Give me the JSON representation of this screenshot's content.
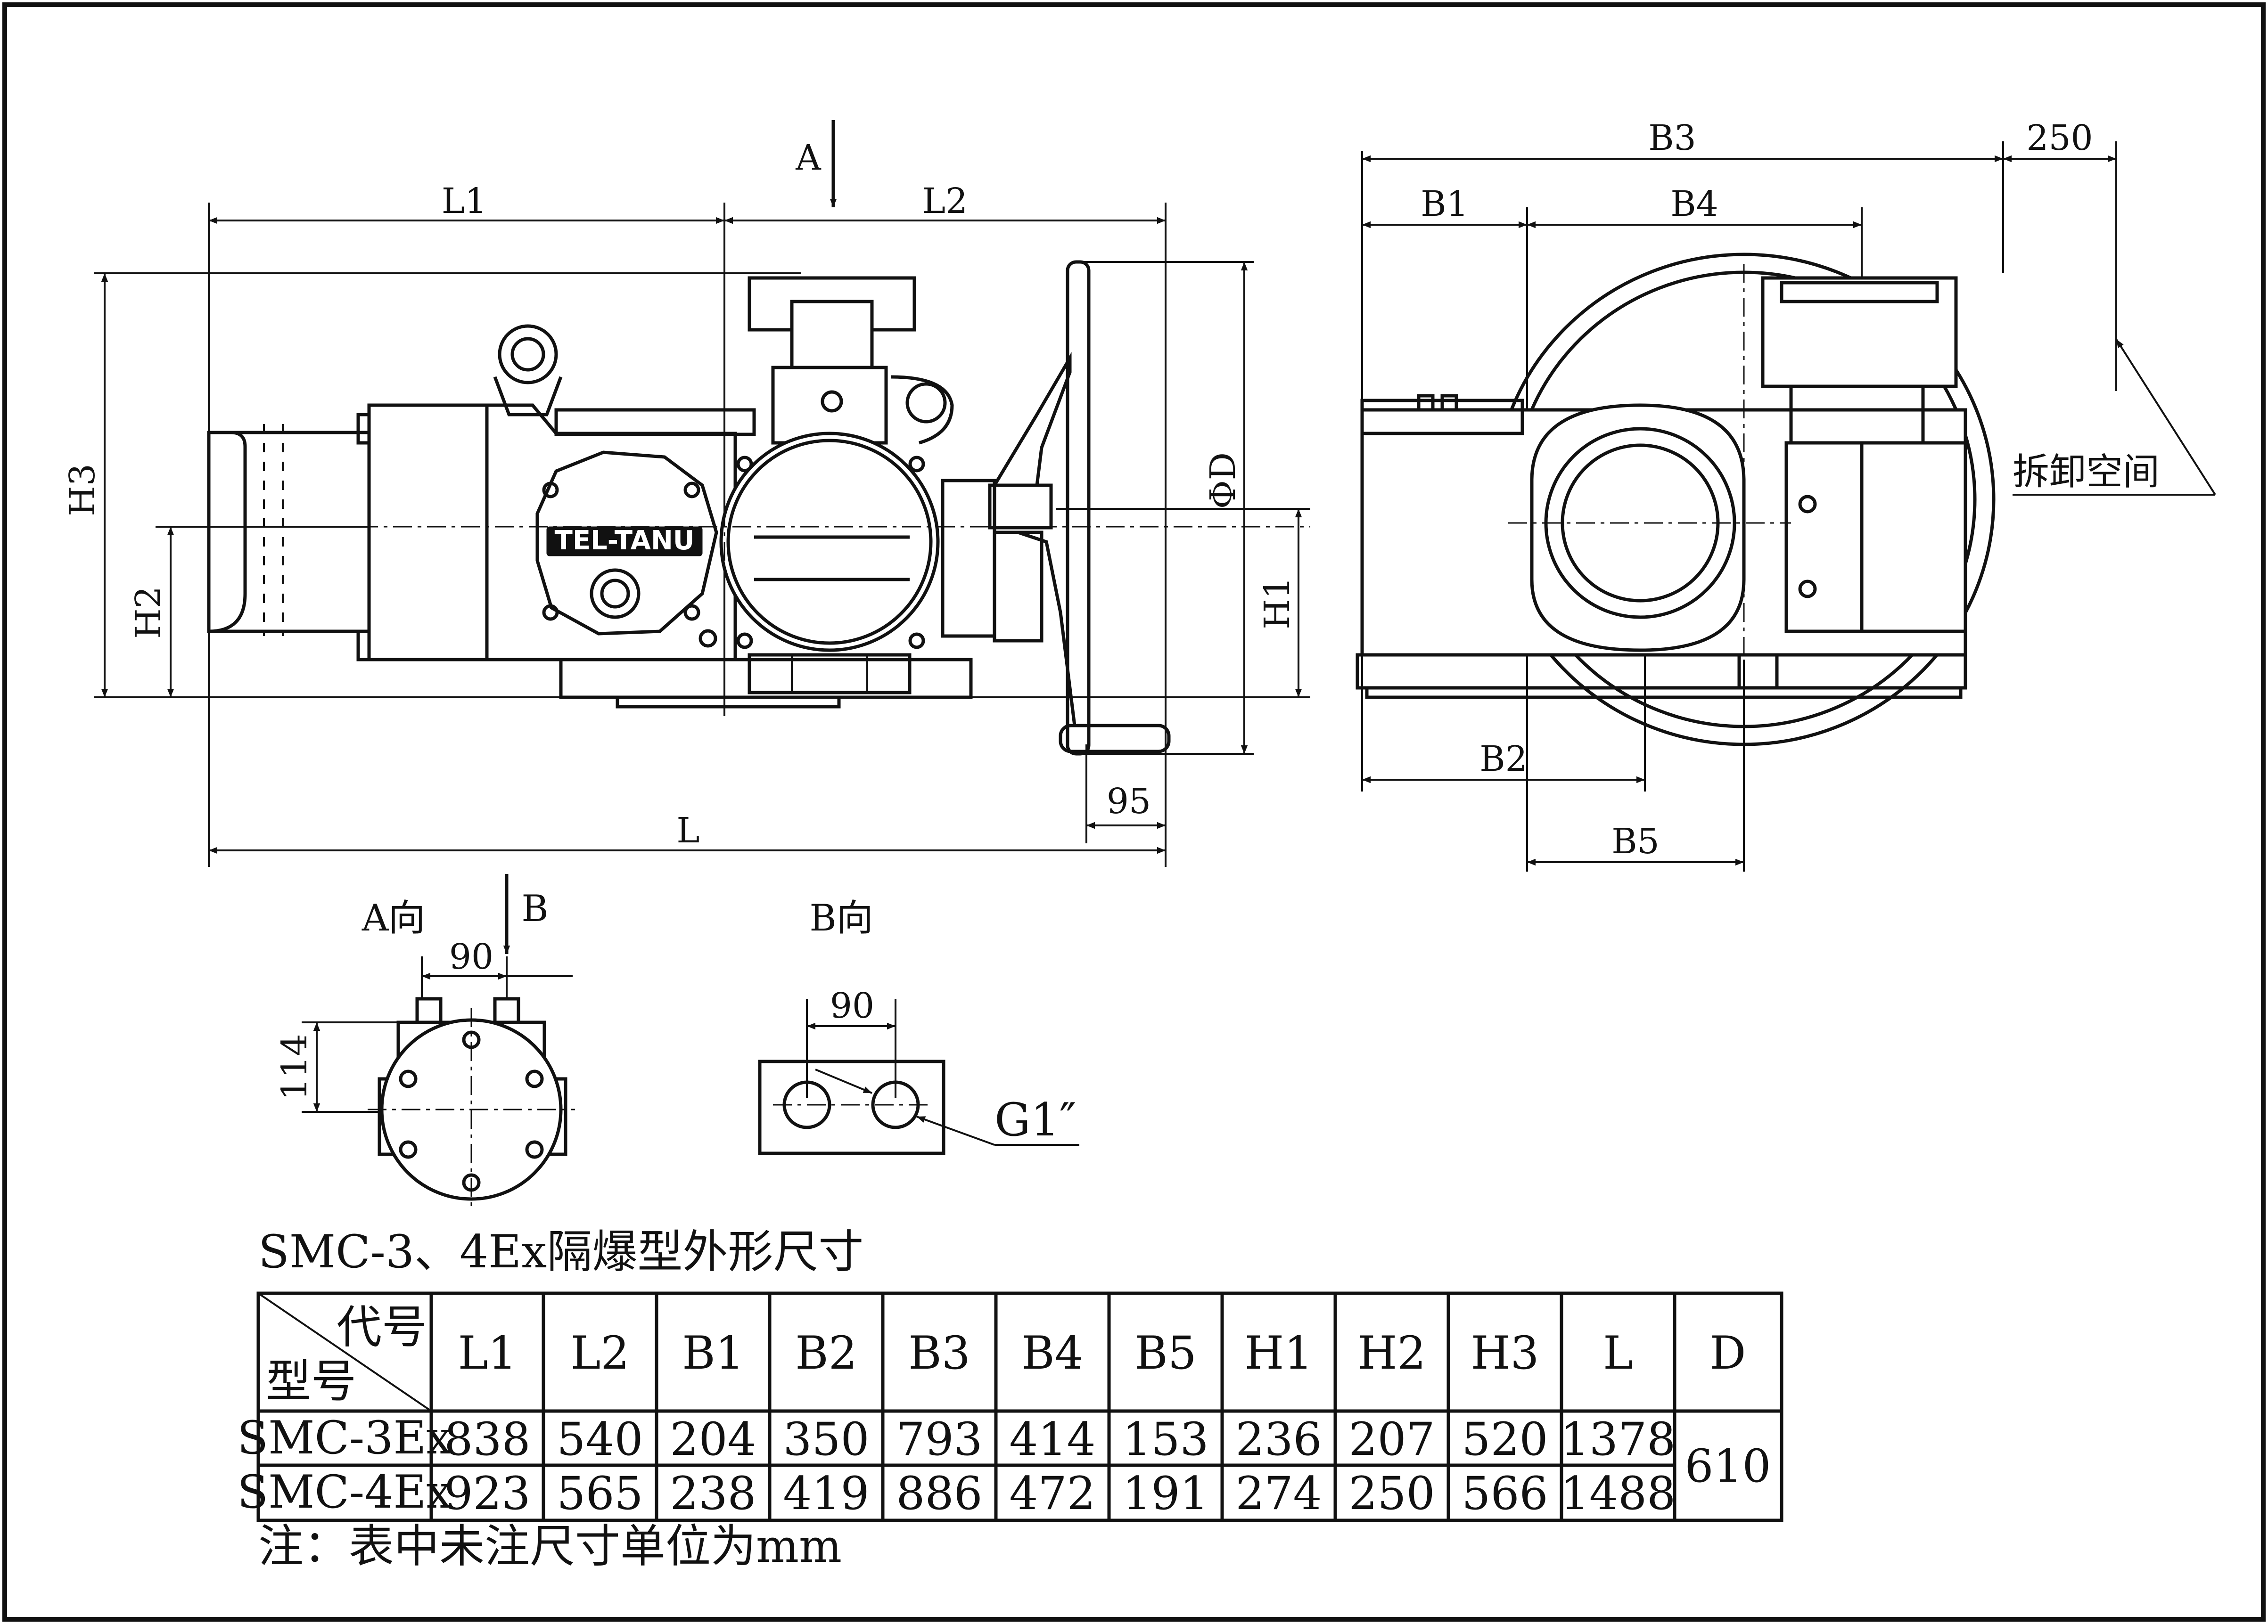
{
  "drawing": {
    "front_view": {
      "dims": [
        "L1",
        "L2",
        "H3",
        "H2",
        "H1",
        "ΦD",
        "L",
        "95"
      ],
      "view_marker": "A",
      "nameplate": "TEL-TANU"
    },
    "side_view": {
      "dims": [
        "B3",
        "250",
        "B1",
        "B4",
        "B2",
        "B5"
      ],
      "note": "拆卸空间"
    },
    "view_a": {
      "title": "A向",
      "marker": "B",
      "dim_width": "90",
      "dim_height": "114"
    },
    "view_b": {
      "title": "B向",
      "dim_width": "90",
      "thread": "G1″"
    }
  },
  "table": {
    "caption": "SMC-3、4Ex隔爆型外形尺寸",
    "corner_top": "代号",
    "corner_bottom": "型号",
    "headers": [
      "L1",
      "L2",
      "B1",
      "B2",
      "B3",
      "B4",
      "B5",
      "H1",
      "H2",
      "H3",
      "L",
      "D"
    ],
    "rows": [
      {
        "model": "SMC-3Ex",
        "values": [
          "838",
          "540",
          "204",
          "350",
          "793",
          "414",
          "153",
          "236",
          "207",
          "520",
          "1378"
        ]
      },
      {
        "model": "SMC-4Ex",
        "values": [
          "923",
          "565",
          "238",
          "419",
          "886",
          "472",
          "191",
          "274",
          "250",
          "566",
          "1488"
        ]
      }
    ],
    "shared_D": "610",
    "note": "注：表中未注尺寸单位为mm"
  }
}
